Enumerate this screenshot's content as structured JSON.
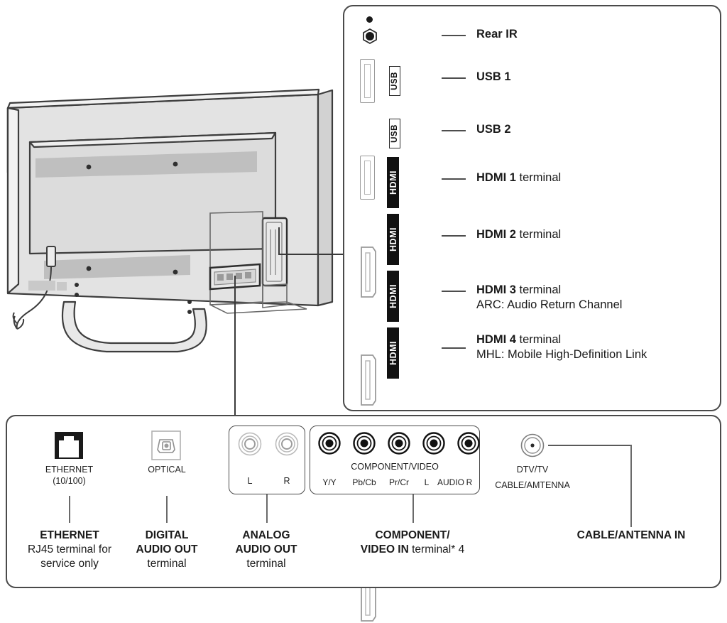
{
  "diagram": {
    "title": "TV rear terminal identification diagram",
    "colors": {
      "panel_border": "#4a4a4a",
      "text": "#1a1a1a",
      "badge_hdmi_bg": "#111111",
      "badge_hdmi_fg": "#ffffff",
      "tv_body_fill": "#e3e3e3",
      "tv_accent_fill": "#bfbfbf",
      "leader_line": "#3a3a3a"
    }
  },
  "side_panel": {
    "rows": [
      {
        "icon": "rear-ir-sensor-icon",
        "badge": "",
        "label_bold": "Rear IR",
        "label_rest": "",
        "sub": ""
      },
      {
        "icon": "usb-port-icon",
        "badge": "USB",
        "label_bold": "USB 1",
        "label_rest": "",
        "sub": ""
      },
      {
        "icon": "usb-port-icon",
        "badge": "USB",
        "label_bold": "USB 2",
        "label_rest": "",
        "sub": ""
      },
      {
        "icon": "hdmi-port-icon",
        "badge": "HDMI",
        "label_bold": "HDMI 1",
        "label_rest": " terminal",
        "sub": ""
      },
      {
        "icon": "hdmi-port-icon",
        "badge": "HDMI",
        "label_bold": "HDMI 2",
        "label_rest": " terminal",
        "sub": ""
      },
      {
        "icon": "hdmi-port-icon",
        "badge": "HDMI",
        "label_bold": "HDMI 3",
        "label_rest": " terminal",
        "sub": "ARC: Audio Return Channel"
      },
      {
        "icon": "hdmi-port-icon",
        "badge": "HDMI",
        "label_bold": "HDMI 4",
        "label_rest": " terminal",
        "sub": "MHL: Mobile High-Definition Link"
      }
    ]
  },
  "bottom_panel": {
    "ethernet": {
      "icon": "ethernet-rj45-icon",
      "caption_line1": "ETHERNET",
      "caption_line2": "(10/100)",
      "callout_line1": "ETHERNET",
      "callout_line2": "RJ45 terminal for",
      "callout_line3": "service only"
    },
    "optical": {
      "icon": "optical-toslink-icon",
      "caption_line1": "OPTICAL",
      "callout_line1": "DIGITAL",
      "callout_line2": "AUDIO OUT",
      "callout_line3": "terminal"
    },
    "analog_audio": {
      "jacks": [
        {
          "label": "L",
          "type": "rca-jack-light"
        },
        {
          "label": "R",
          "type": "rca-jack-light"
        }
      ],
      "callout_line1": "ANALOG",
      "callout_line2": "AUDIO OUT",
      "callout_line3": "terminal"
    },
    "component_video": {
      "group_caption": "COMPONENT/VIDEO",
      "jacks": [
        {
          "label": "Y/Y",
          "type": "rca-jack-dark"
        },
        {
          "label": "Pb/Cb",
          "type": "rca-jack-dark"
        },
        {
          "label": "Pr/Cr",
          "type": "rca-jack-dark"
        },
        {
          "label": "L",
          "type": "rca-jack-dark"
        },
        {
          "label": "R",
          "type": "rca-jack-dark"
        }
      ],
      "audio_label": "AUDIO",
      "callout_line1": "COMPONENT/",
      "callout_line2_bold": "VIDEO IN",
      "callout_line2_rest": " terminal* 4"
    },
    "cable_antenna": {
      "icon": "coaxial-connector-icon",
      "caption_line1": "DTV/TV",
      "caption_line2": "CABLE/AMTENNA",
      "callout_line1": "CABLE/ANTENNA IN"
    }
  },
  "tv_illustration": {
    "name": "tv-rear-view-illustration",
    "description": "Rear three-quarter view of a flat-panel TV on a stand with power cable and two terminal recesses"
  }
}
